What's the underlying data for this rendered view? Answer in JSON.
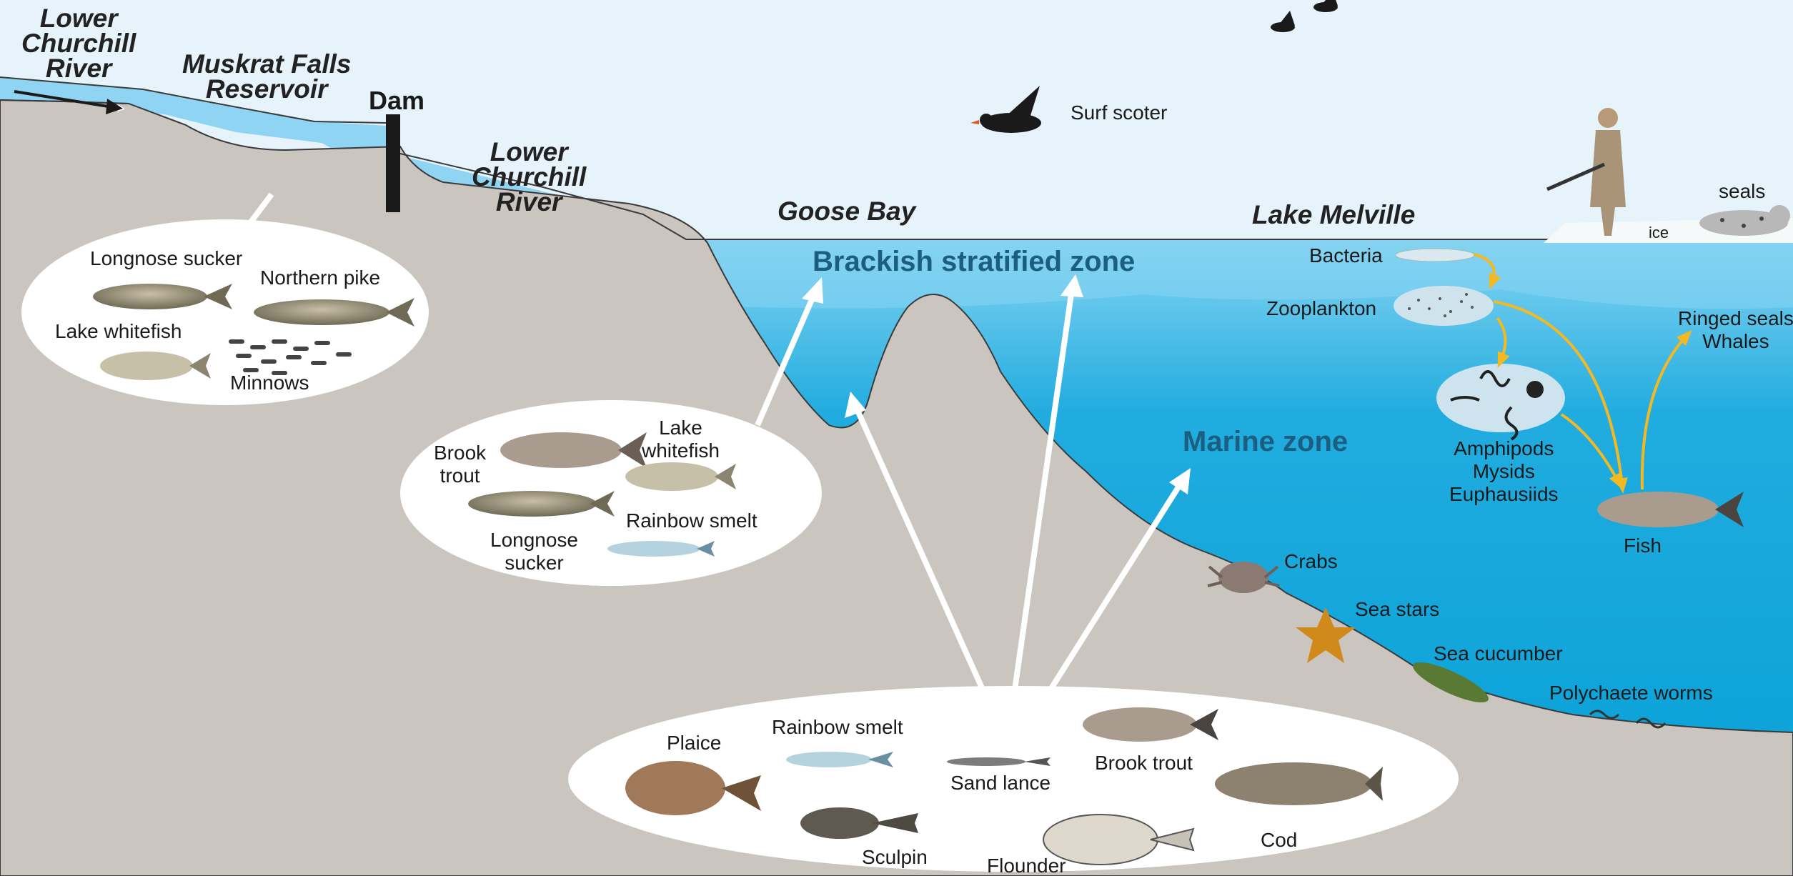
{
  "locations": {
    "lower_churchill_river_upper": "Lower\nChurchill\nRiver",
    "muskrat_falls_reservoir": "Muskrat Falls\nReservoir",
    "dam": "Dam",
    "lower_churchill_river_lower": "Lower\nChurchill\nRiver",
    "goose_bay": "Goose Bay",
    "lake_melville": "Lake Melville"
  },
  "zones": {
    "brackish": "Brackish stratified zone",
    "marine": "Marine zone"
  },
  "birds": {
    "surf_scoter": "Surf scoter"
  },
  "ice_area": {
    "seals": "seals",
    "ice": "ice"
  },
  "food_web": {
    "bacteria": "Bacteria",
    "zooplankton": "Zooplankton",
    "invertebrates": "Amphipods\nMysids\nEuphausiids",
    "fish": "Fish",
    "top_predators": "Ringed seals\nWhales"
  },
  "benthos": {
    "crabs": "Crabs",
    "sea_stars": "Sea stars",
    "sea_cucumber": "Sea cucumber",
    "polychaete_worms": "Polychaete worms"
  },
  "freshwater_group": {
    "longnose_sucker": "Longnose sucker",
    "northern_pike": "Northern pike",
    "lake_whitefish": "Lake whitefish",
    "minnows": "Minnows"
  },
  "estuary_group": {
    "brook_trout": "Brook\ntrout",
    "lake_whitefish": "Lake\nwhitefish",
    "longnose_sucker": "Longnose\nsucker",
    "rainbow_smelt": "Rainbow smelt"
  },
  "marine_group": {
    "plaice": "Plaice",
    "rainbow_smelt": "Rainbow smelt",
    "brook_trout": "Brook trout",
    "sand_lance": "Sand lance",
    "sculpin": "Sculpin",
    "flounder": "Flounder",
    "cod": "Cod"
  },
  "colors": {
    "sky": "#e6f3fa",
    "river": "#8fd4f2",
    "deep_water": "#04a3d9",
    "ground": "#cbc5bf",
    "food_web_arrow": "#f2b922",
    "zone_text": "#1b5e80"
  }
}
